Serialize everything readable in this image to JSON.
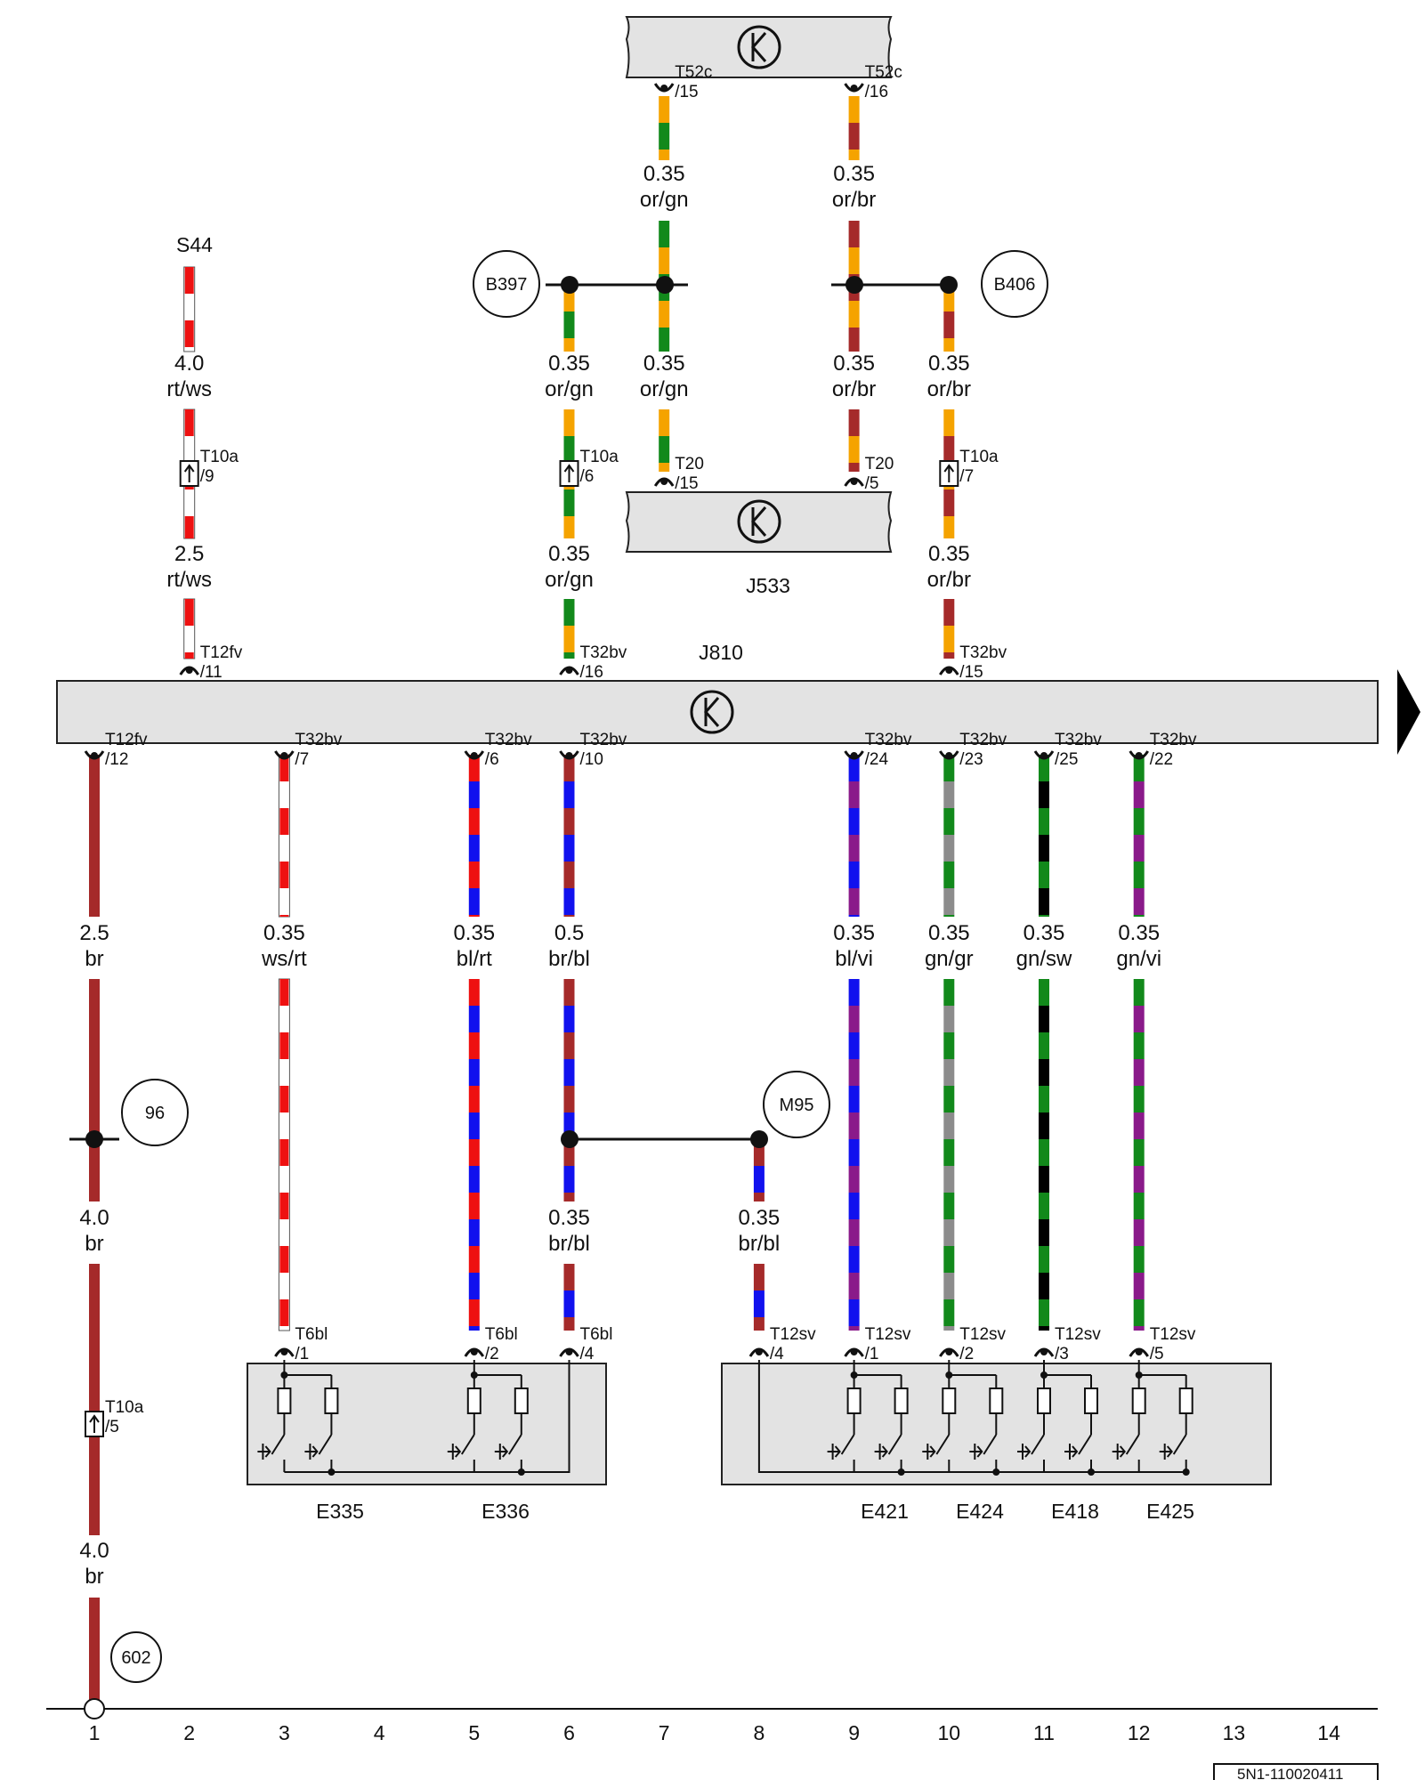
{
  "footer": {
    "doc_id": "5N1-110020411"
  },
  "axis": {
    "ticks": [
      "1",
      "2",
      "3",
      "4",
      "5",
      "6",
      "7",
      "8",
      "9",
      "10",
      "11",
      "12",
      "13",
      "14"
    ]
  },
  "components": {
    "top_unit": "",
    "j533": "J533",
    "j810": "J810",
    "s44": "S44",
    "e335": "E335",
    "e336": "E336",
    "e421": "E421",
    "e424": "E424",
    "e418": "E418",
    "e425": "E425"
  },
  "circle_refs": {
    "b397": "B397",
    "b406": "B406",
    "m95": "M95",
    "c96": "96",
    "c602": "602"
  },
  "connectors": {
    "t52c_15": [
      "T52c",
      "/15"
    ],
    "t52c_16": [
      "T52c",
      "/16"
    ],
    "t10a_9": [
      "T10a",
      "/9"
    ],
    "t10a_6": [
      "T10a",
      "/6"
    ],
    "t20_15": [
      "T20",
      "/15"
    ],
    "t20_5": [
      "T20",
      "/5"
    ],
    "t10a_7": [
      "T10a",
      "/7"
    ],
    "t12fv_11": [
      "T12fv",
      "/11"
    ],
    "t32bv_16": [
      "T32bv",
      "/16"
    ],
    "t32bv_15": [
      "T32bv",
      "/15"
    ],
    "t12fv_12": [
      "T12fv",
      "/12"
    ],
    "t32bv_7": [
      "T32bv",
      "/7"
    ],
    "t32bv_6": [
      "T32bv",
      "/6"
    ],
    "t32bv_10": [
      "T32bv",
      "/10"
    ],
    "t32bv_24": [
      "T32bv",
      "/24"
    ],
    "t32bv_23": [
      "T32bv",
      "/23"
    ],
    "t32bv_25": [
      "T32bv",
      "/25"
    ],
    "t32bv_22": [
      "T32bv",
      "/22"
    ],
    "t6bl_1": [
      "T6bl",
      "/1"
    ],
    "t6bl_2": [
      "T6bl",
      "/2"
    ],
    "t6bl_4": [
      "T6bl",
      "/4"
    ],
    "t12sv_4": [
      "T12sv",
      "/4"
    ],
    "t12sv_1": [
      "T12sv",
      "/1"
    ],
    "t12sv_2": [
      "T12sv",
      "/2"
    ],
    "t12sv_3": [
      "T12sv",
      "/3"
    ],
    "t12sv_5": [
      "T12sv",
      "/5"
    ],
    "t10a_5": [
      "T10a",
      "/5"
    ]
  },
  "wire_labels": {
    "top_c7": [
      "0.35",
      "or/gn"
    ],
    "top_c9": [
      "0.35",
      "or/br"
    ],
    "s44_c2": [
      "4.0",
      "rt/ws"
    ],
    "mid_c6": [
      "0.35",
      "or/gn"
    ],
    "mid_c7": [
      "0.35",
      "or/gn"
    ],
    "mid_c9": [
      "0.35",
      "or/br"
    ],
    "mid_c10": [
      "0.35",
      "or/br"
    ],
    "low_c2": [
      "2.5",
      "rt/ws"
    ],
    "low_c6": [
      "0.35",
      "or/gn"
    ],
    "low_c10": [
      "0.35",
      "or/br"
    ],
    "b_c1": [
      "2.5",
      "br"
    ],
    "b_c3": [
      "0.35",
      "ws/rt"
    ],
    "b_c5": [
      "0.35",
      "bl/rt"
    ],
    "b_c6": [
      "0.5",
      "br/bl"
    ],
    "b_c9": [
      "0.35",
      "bl/vi"
    ],
    "b_c10": [
      "0.35",
      "gn/gr"
    ],
    "b_c11": [
      "0.35",
      "gn/sw"
    ],
    "b_c12": [
      "0.35",
      "gn/vi"
    ],
    "g_c1a": [
      "4.0",
      "br"
    ],
    "g_c6": [
      "0.35",
      "br/bl"
    ],
    "g_c8": [
      "0.35",
      "br/bl"
    ],
    "g_c1b": [
      "4.0",
      "br"
    ]
  },
  "colors": {
    "or": "#f5a300",
    "gn": "#12891b",
    "br": "#a52a2a",
    "rt": "#ee1111",
    "ws": "#ffffff",
    "bl": "#1111ee",
    "vi": "#8a1a8a",
    "gr": "#8c8c8c",
    "sw": "#000000",
    "box": "#e3e3e3"
  }
}
